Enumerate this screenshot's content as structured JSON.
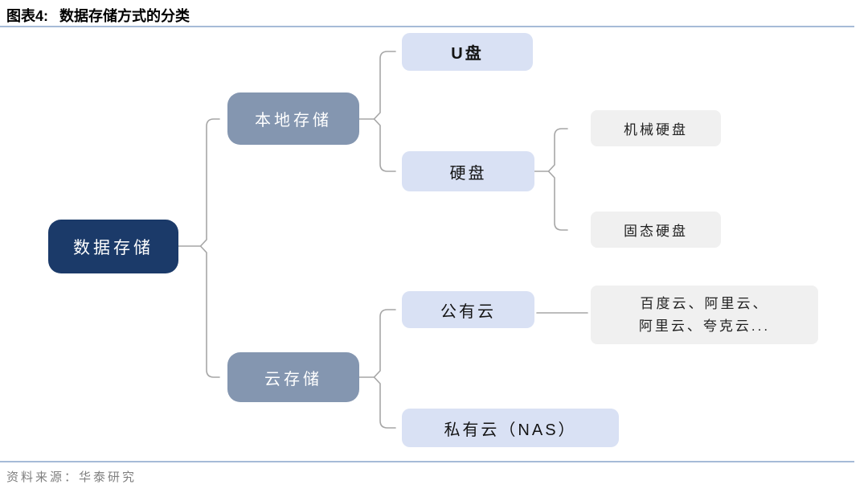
{
  "header": {
    "figure_label": "图表4:",
    "title": "数据存储方式的分类"
  },
  "footer": {
    "source": "资料来源：华泰研究"
  },
  "colors": {
    "root_bg": "#1b3a69",
    "branch_bg": "#8496b0",
    "leaf_blue_bg": "#d9e1f4",
    "leaf_gray_bg": "#f0f0f0",
    "connector": "#a6a6a6",
    "divider": "#a6bbd7",
    "source_text": "#7f7f7f"
  },
  "tree": {
    "root": {
      "label": "数据存储"
    },
    "branches": [
      {
        "label": "本地存储",
        "children": [
          {
            "label": "U盘"
          },
          {
            "label": "硬盘",
            "children": [
              {
                "label": "机械硬盘"
              },
              {
                "label": "固态硬盘"
              }
            ]
          }
        ]
      },
      {
        "label": "云存储",
        "children": [
          {
            "label": "公有云",
            "children": [
              {
                "label_lines": [
                  "百度云、阿里云、",
                  "阿里云、夸克云..."
                ]
              }
            ]
          },
          {
            "label": "私有云（NAS）"
          }
        ]
      }
    ]
  }
}
